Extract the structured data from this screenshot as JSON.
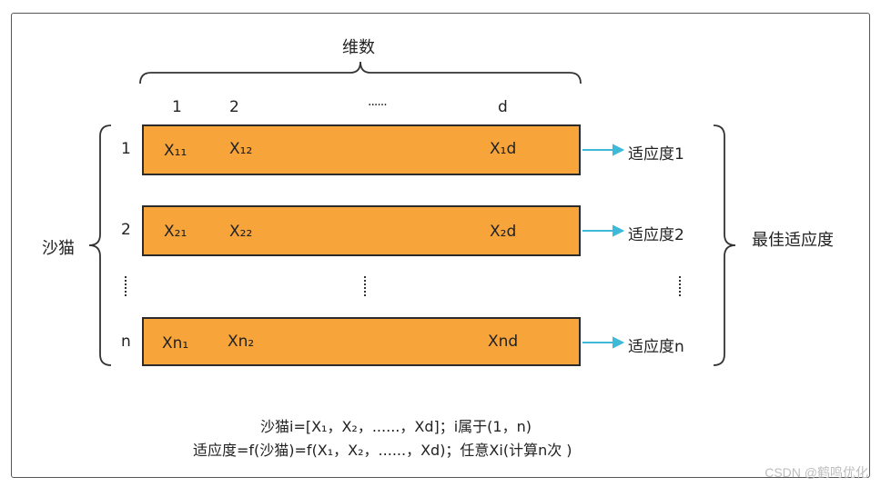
{
  "title": "维数",
  "columns": [
    "1",
    "2",
    "......",
    "d"
  ],
  "rows": [
    {
      "index": "1",
      "cells": [
        "X₁₁",
        "X₁₂",
        "X₁d"
      ],
      "fitness": "适应度1"
    },
    {
      "index": "2",
      "cells": [
        "X₂₁",
        "X₂₂",
        "X₂d"
      ],
      "fitness": "适应度2"
    },
    {
      "index": "n",
      "cells": [
        "Xn₁",
        "Xn₂",
        "Xnd"
      ],
      "fitness": "适应度n"
    }
  ],
  "left_label": "沙猫",
  "right_label": "最佳适应度",
  "formula_line1": "沙猫i=[X₁，X₂，......，Xd]；i属于(1，n)",
  "formula_line2": "适应度=f(沙猫)=f(X₁，X₂，......，Xd)；任意Xi(计算n次 )",
  "watermark": "CSDN @鹤鸣优化",
  "colors": {
    "row_fill": "#f7a43a",
    "arrow": "#3fb9d8",
    "stroke": "#2b2b2b"
  }
}
